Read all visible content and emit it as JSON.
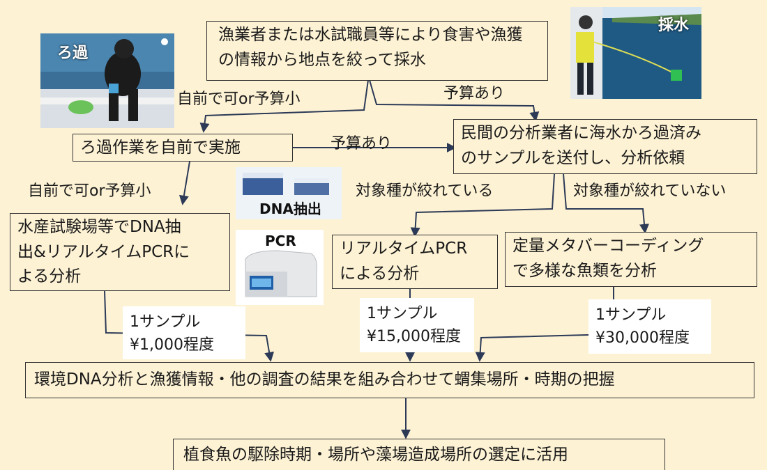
{
  "boxes": {
    "top": "漁業者または水試職員等により食害や漁獲の情報から地点を絞って採水",
    "self_filter": "ろ過作業を自前で実施",
    "outsource": [
      "民間の分析業者に海水かろ過済み",
      "のサンプルを送付し、分析依頼"
    ],
    "lab": [
      "水産試験場等でDNA抽",
      "出&リアルタイムPCRに",
      "よる分析"
    ],
    "pcr": [
      "リアルタイムPCR",
      "による分析"
    ],
    "metabarcoding": [
      "定量メタバーコーディング",
      "で多様な魚類を分析"
    ],
    "combine": "環境DNA分析と漁獲情報・他の調査の結果を組み合わせて蝟集場所・時期の把握",
    "final": "植食魚の駆除時期・場所や藻場造成場所の選定に活用"
  },
  "labels": {
    "self_or_small": "自前で可or予算小",
    "budget_right": "予算あり",
    "budget_mid": "予算あり",
    "self_or_small_2": "自前で可or予算小",
    "species_narrowed": "対象種が絞れている",
    "species_not_narrowed": "対象種が絞れていない"
  },
  "costs": {
    "lab": [
      "1サンプル",
      "¥1,000程度"
    ],
    "pcr": [
      "1サンプル",
      "¥15,000程度"
    ],
    "meta": [
      "1サンプル",
      "¥30,000程度"
    ]
  },
  "photos": {
    "filtration": "ろ過",
    "sampling": "採水",
    "dna_extraction": "DNA抽出",
    "pcr": "PCR"
  },
  "colors": {
    "background": "#fdf2d4",
    "arrow": "#2c3a57",
    "box_border": "#333333"
  }
}
